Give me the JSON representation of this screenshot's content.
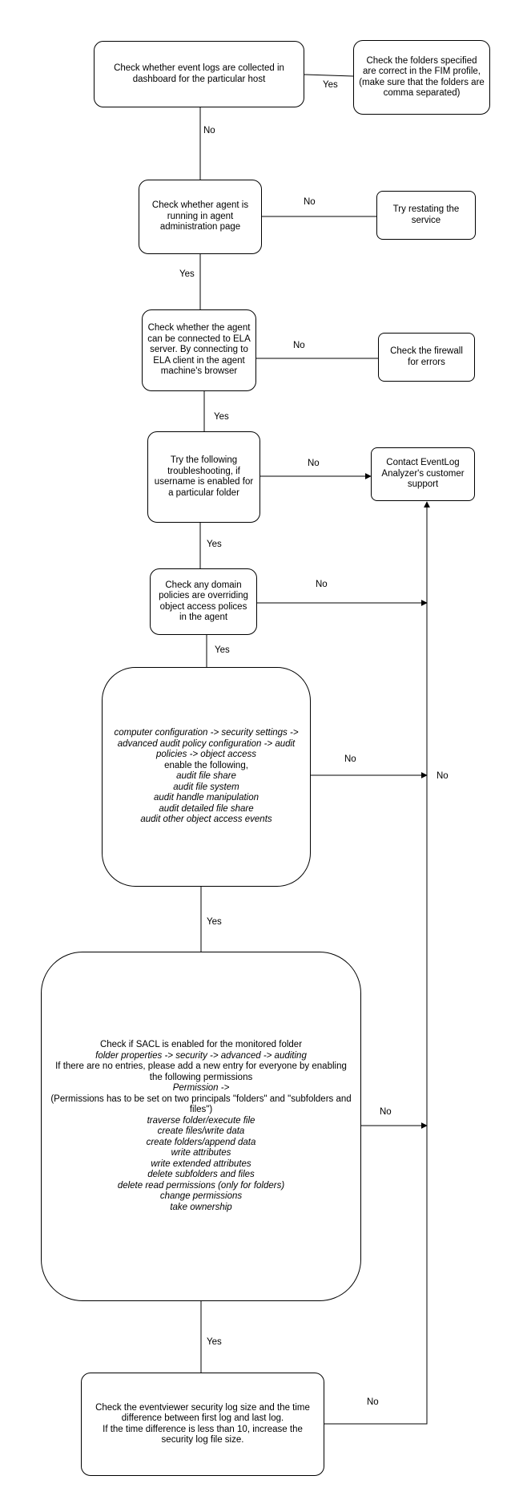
{
  "nodes": {
    "check_event_logs": "Check whether event logs are collected in dashboard for the particular host",
    "check_fim_folders": "Check the folders specified are correct in the FIM profile, (make sure that the folders are comma separated)",
    "check_agent_running": "Check whether agent is running in agent administration page",
    "restart_service": "Try restating the service",
    "check_agent_connection": "Check whether the agent can be connected to ELA server. By connecting to ELA client in the agent machine's browser",
    "check_firewall": "Check the firewall for errors",
    "try_troubleshooting": "Try the following troubleshooting, if username is enabled for a particular folder",
    "contact_support": "Contact EventLog Analyzer's customer support",
    "check_domain_policies": "Check any domain policies are overriding object access polices in the agent",
    "audit_policy": {
      "path": "computer configuration -> security settings -> advanced audit policy configuration -> audit policies -> object access",
      "intro": "enable the following,",
      "items": [
        "audit file share",
        "audit file system",
        "audit handle manipulation",
        "audit detailed file share",
        "audit other object access events"
      ]
    },
    "sacl": {
      "title": "Check if SACL is enabled for the monitored folder",
      "path": "folder properties -> security -> advanced -> auditing",
      "instruction": "If there are no entries, please add a new entry for everyone by enabling the following permissions",
      "permission": "Permission ->",
      "note": "(Permissions has to be set on two principals \"folders\" and \"subfolders and files\")",
      "items": [
        "traverse folder/execute file",
        "create files/write data",
        "create folders/append data",
        "write attributes",
        "write extended attributes",
        "delete subfolders and files",
        "delete read permissions (only for folders)",
        "change permissions",
        "take ownership"
      ]
    },
    "log_size": {
      "line1": "Check the eventviewer security log size and the time difference between first log and last log.",
      "line2": "If the time difference is less than 10, increase the security log file size."
    }
  },
  "edge_labels": {
    "yes_fim": "Yes",
    "no_1": "No",
    "no_restart": "No",
    "yes_2": "Yes",
    "no_firewall": "No",
    "yes_3": "Yes",
    "no_support": "No",
    "yes_4": "Yes",
    "no_domain": "No",
    "yes_5": "Yes",
    "no_audit": "No",
    "no_right_line": "No",
    "yes_6": "Yes",
    "no_sacl": "No",
    "yes_7": "Yes",
    "no_logsize": "No"
  }
}
